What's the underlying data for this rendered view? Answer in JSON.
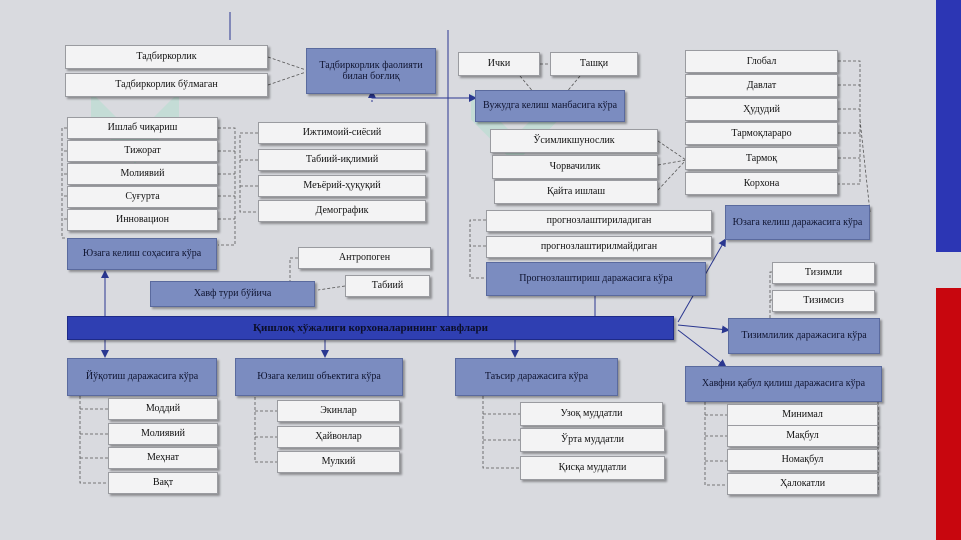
{
  "title": "Қишлоқ хўжалиги корхоналарининг хавфлари",
  "colors": {
    "category": "#7b8cc0",
    "main": "#2f3fb2",
    "leaf": "#f3f3f4",
    "accent_blue": "#2c36b4",
    "accent_red": "#c8060e"
  },
  "activity": {
    "label": "Тадбиркорлик фаолияти билан боғлиқ",
    "items": [
      "Тадбиркорлик",
      "Тадбиркорлик бўлмаган"
    ]
  },
  "source": {
    "label": "Вужудга келиш манбасига кўра",
    "items": [
      "Ички",
      "Ташқи"
    ]
  },
  "sector": {
    "items": [
      "Ўсимликшунослик",
      "Чорвачилик",
      "Қайта ишлаш"
    ]
  },
  "scale": {
    "items": [
      "Глобал",
      "Давлат",
      "Ҳудудий",
      "Тармоқлараро",
      "Тармоқ",
      "Корхона"
    ]
  },
  "origin_level": {
    "label": "Юзага келиш даражасига кўра"
  },
  "origin_area": {
    "label": "Юзага келиш соҳасига кўра",
    "items": [
      "Ишлаб чиқариш",
      "Тижорат",
      "Молиявий",
      "Суғурта",
      "Инновацион"
    ]
  },
  "env": {
    "items": [
      "Ижтимоий-сиёсий",
      "Табиий-иқлимий",
      "Меъёрий-ҳуқуқий",
      "Демографик"
    ]
  },
  "forecast": {
    "label": "Прогнозлаштириш даражасига кўра",
    "items": [
      "прогнозлаштириладиган",
      "прогнозлаштирилмайдиган"
    ]
  },
  "risk_type": {
    "label": "Хавф тури бўйича",
    "items": [
      "Антропоген",
      "Табиий"
    ]
  },
  "system": {
    "label": "Тизимлилик даражасига кўра",
    "items": [
      "Тизимли",
      "Тизимсиз"
    ]
  },
  "loss": {
    "label": "Йўқотиш даражасига кўра",
    "items": [
      "Моддий",
      "Молиявий",
      "Меҳнат",
      "Вақт"
    ]
  },
  "object": {
    "label": "Юзага келиш объектига кўра",
    "items": [
      "Экинлар",
      "Ҳайвонлар",
      "Мулкий"
    ]
  },
  "impact": {
    "label": "Таъсир даражасига кўра",
    "items": [
      "Узоқ муддатли",
      "Ўрта муддатли",
      "Қисқа муддатли"
    ]
  },
  "accept": {
    "label": "Хавфни қабул қилиш даражасига кўра",
    "items": [
      "Минимал",
      "Мақбул",
      "Номақбул",
      "Ҳалокатли"
    ]
  }
}
